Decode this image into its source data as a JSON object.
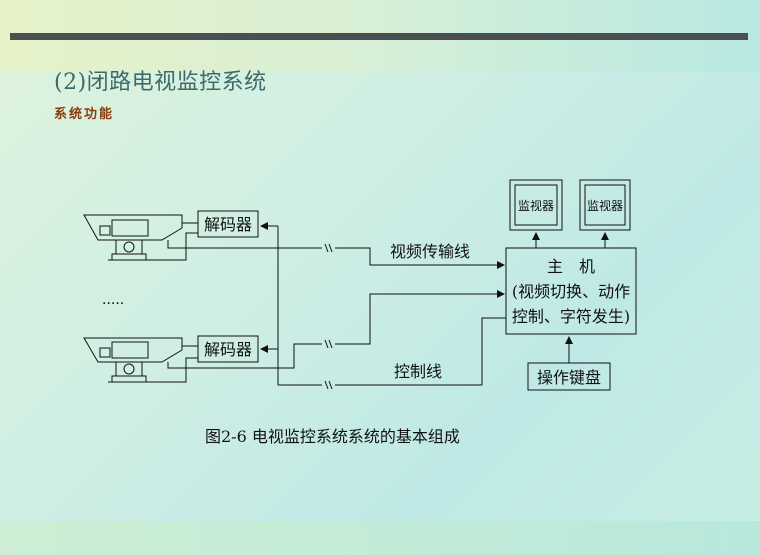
{
  "slide": {
    "title": "(2)闭路电视监控系统",
    "subtitle": "系统功能"
  },
  "diagram": {
    "monitor_1": "监视器",
    "monitor_2": "监视器",
    "decoder_1": "解码器",
    "decoder_2": "解码器",
    "host_line_1": "主　机",
    "host_line_2": "(视频切换、动作",
    "host_line_3": "控制、字符发生)",
    "keyboard": "操作键盘",
    "video_line_label": "视频传输线",
    "control_line_label": "控制线",
    "ellipsis": "·····",
    "caption": "图2-6  电视监控系统系统的基本组成"
  },
  "colors": {
    "title": "#3d6a6a",
    "subtitle": "#8a3d0c",
    "rule": "#4a4f52",
    "line": "#111111"
  }
}
